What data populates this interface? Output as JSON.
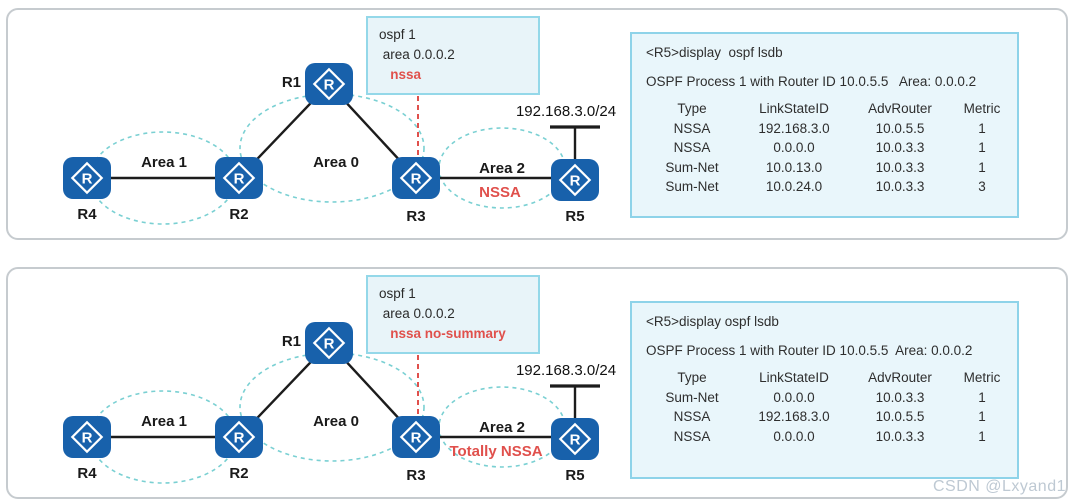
{
  "colors": {
    "router_blue": "#1861ab",
    "area_ellipse_teal": "#63c8cb",
    "highlight_red": "#e0504c",
    "info_box_bg": "#e8f4f9",
    "info_box_border": "#94d8e9",
    "panel_border": "#c6cbcf"
  },
  "watermark": "CSDN @Lxyand1",
  "panels": [
    {
      "routers": {
        "r1": "R1",
        "r2": "R2",
        "r3": "R3",
        "r4": "R4",
        "r5": "R5"
      },
      "areas": {
        "area1": "Area 1",
        "area0": "Area 0",
        "area2": "Area 2",
        "area2_type": "NSSA"
      },
      "lan_network": "192.168.3.0/24",
      "config": {
        "line1": "ospf 1",
        "line2": " area 0.0.0.2",
        "line3": "   nssa"
      },
      "terminal": {
        "command": "<R5>display  ospf lsdb",
        "process_line": "OSPF Process 1 with Router ID 10.0.5.5   Area: 0.0.0.2",
        "headers": [
          "Type",
          "LinkStateID",
          "AdvRouter",
          "Metric"
        ],
        "rows": [
          [
            "NSSA",
            "192.168.3.0",
            "10.0.5.5",
            "1"
          ],
          [
            "NSSA",
            "0.0.0.0",
            "10.0.3.3",
            "1"
          ],
          [
            "Sum-Net",
            "10.0.13.0",
            "10.0.3.3",
            "1"
          ],
          [
            "Sum-Net",
            "10.0.24.0",
            "10.0.3.3",
            "3"
          ]
        ]
      }
    },
    {
      "routers": {
        "r1": "R1",
        "r2": "R2",
        "r3": "R3",
        "r4": "R4",
        "r5": "R5"
      },
      "areas": {
        "area1": "Area 1",
        "area0": "Area 0",
        "area2": "Area 2",
        "area2_type": "Totally NSSA"
      },
      "lan_network": "192.168.3.0/24",
      "config": {
        "line1": "ospf 1",
        "line2": " area 0.0.0.2",
        "line3": "   nssa no-summary"
      },
      "terminal": {
        "command": "<R5>display ospf lsdb",
        "process_line": "OSPF Process 1 with Router ID 10.0.5.5  Area: 0.0.0.2",
        "headers": [
          "Type",
          "LinkStateID",
          "AdvRouter",
          "Metric"
        ],
        "rows": [
          [
            "Sum-Net",
            "0.0.0.0",
            "10.0.3.3",
            "1"
          ],
          [
            "NSSA",
            "192.168.3.0",
            "10.0.5.5",
            "1"
          ],
          [
            "NSSA",
            "0.0.0.0",
            "10.0.3.3",
            "1"
          ]
        ]
      }
    }
  ]
}
